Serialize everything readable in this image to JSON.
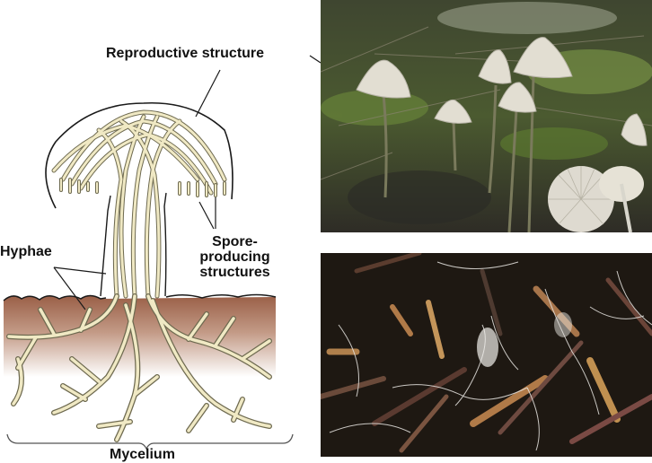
{
  "diagram": {
    "labels": {
      "reproductive_structure": "Reproductive structure",
      "hyphae": "Hyphae",
      "spore_producing": "Spore-\nproducing\nstructures",
      "spore_line1": "Spore-",
      "spore_line2": "producing",
      "spore_line3": "structures",
      "mycelium": "Mycelium"
    },
    "colors": {
      "hyphae_fill": "#f0e9c4",
      "hyphae_outline": "#6e6a50",
      "soil_top": "#9a5f47",
      "soil_fade": "#ffffff",
      "outline": "#1a1a1a"
    }
  },
  "photos": {
    "top": {
      "subject": "mushrooms-on-forest-floor",
      "colors": {
        "cap": "#e4e0d6",
        "moss": "#5f7a34",
        "ground": "#3a3a2c"
      }
    },
    "bottom": {
      "subject": "mycelium-on-pine-needles",
      "colors": {
        "dark": "#1e1812",
        "needle": "#b0804c",
        "hyphae": "#e8e6e2"
      }
    }
  }
}
